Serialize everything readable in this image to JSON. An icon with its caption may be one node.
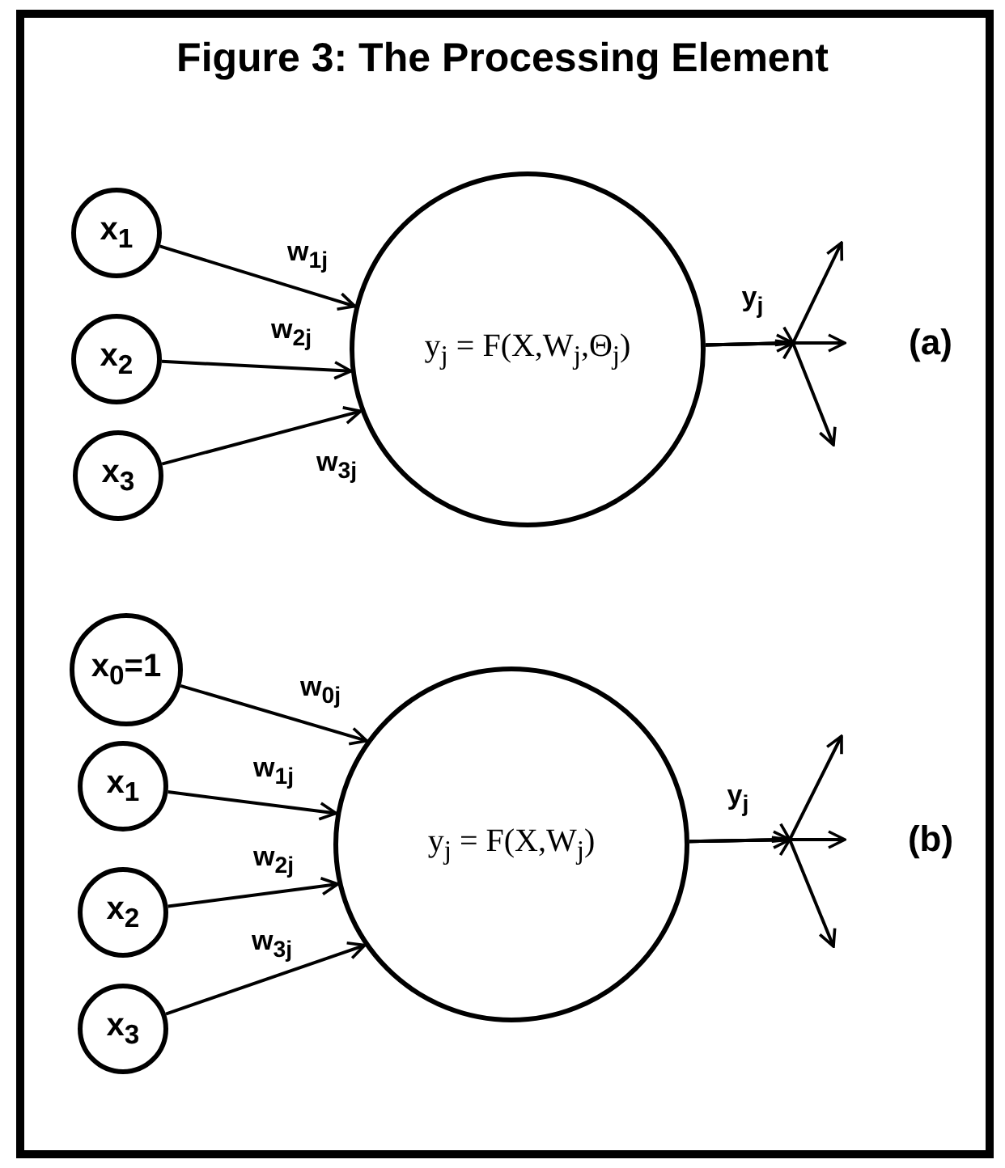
{
  "diagram": {
    "title": "Figure 3: The Processing Element",
    "nodes": [
      {
        "text": [
          "x$_{1}$"
        ]
      },
      {
        "text": [
          "x$_{2}$"
        ]
      },
      {
        "text": [
          "x$_{3}$"
        ]
      },
      {
        "text": [
          "y$_{j}$ = F(X,W$_{j}$,Θ$_{j}$)"
        ]
      },
      {
        "text": [
          "x$_{0}$=1"
        ]
      },
      {
        "text": [
          "x$_{1}$"
        ]
      },
      {
        "text": [
          "x$_{2}$"
        ]
      },
      {
        "text": [
          "x$_{3}$"
        ]
      },
      {
        "text": [
          "y$_{j}$ = F(X,W$_{j}$)"
        ]
      }
    ],
    "edges": [
      {
        "from": 0,
        "to": 3,
        "arrow": "to",
        "label": "w$_{1j}$"
      },
      {
        "from": 1,
        "to": 3,
        "arrow": "to",
        "label": "w$_{2j}$"
      },
      {
        "from": 2,
        "to": 3,
        "arrow": "to",
        "label": "w$_{3j}$"
      },
      {
        "from": 3,
        "to": null,
        "arrow": "to"
      },
      {
        "from": 3,
        "to": null,
        "arrow": "to",
        "label": "y$_{j}$"
      },
      {
        "from": 3,
        "to": null,
        "arrow": "to"
      },
      {
        "from": 4,
        "to": 8,
        "arrow": "to",
        "label": "w$_{0j}$"
      },
      {
        "from": 5,
        "to": 8,
        "arrow": "to",
        "label": "w$_{1j}$"
      },
      {
        "from": 6,
        "to": 8,
        "arrow": "to",
        "label": "w$_{2j}$"
      },
      {
        "from": 7,
        "to": 8,
        "arrow": "to",
        "label": "w$_{3j}$"
      },
      {
        "from": 8,
        "to": null,
        "arrow": "to"
      },
      {
        "from": 8,
        "to": null,
        "arrow": "to",
        "label": "y$_{j}$"
      },
      {
        "from": 8,
        "to": null,
        "arrow": "to"
      }
    ],
    "labels": [
      "(a)",
      "(b)"
    ]
  }
}
